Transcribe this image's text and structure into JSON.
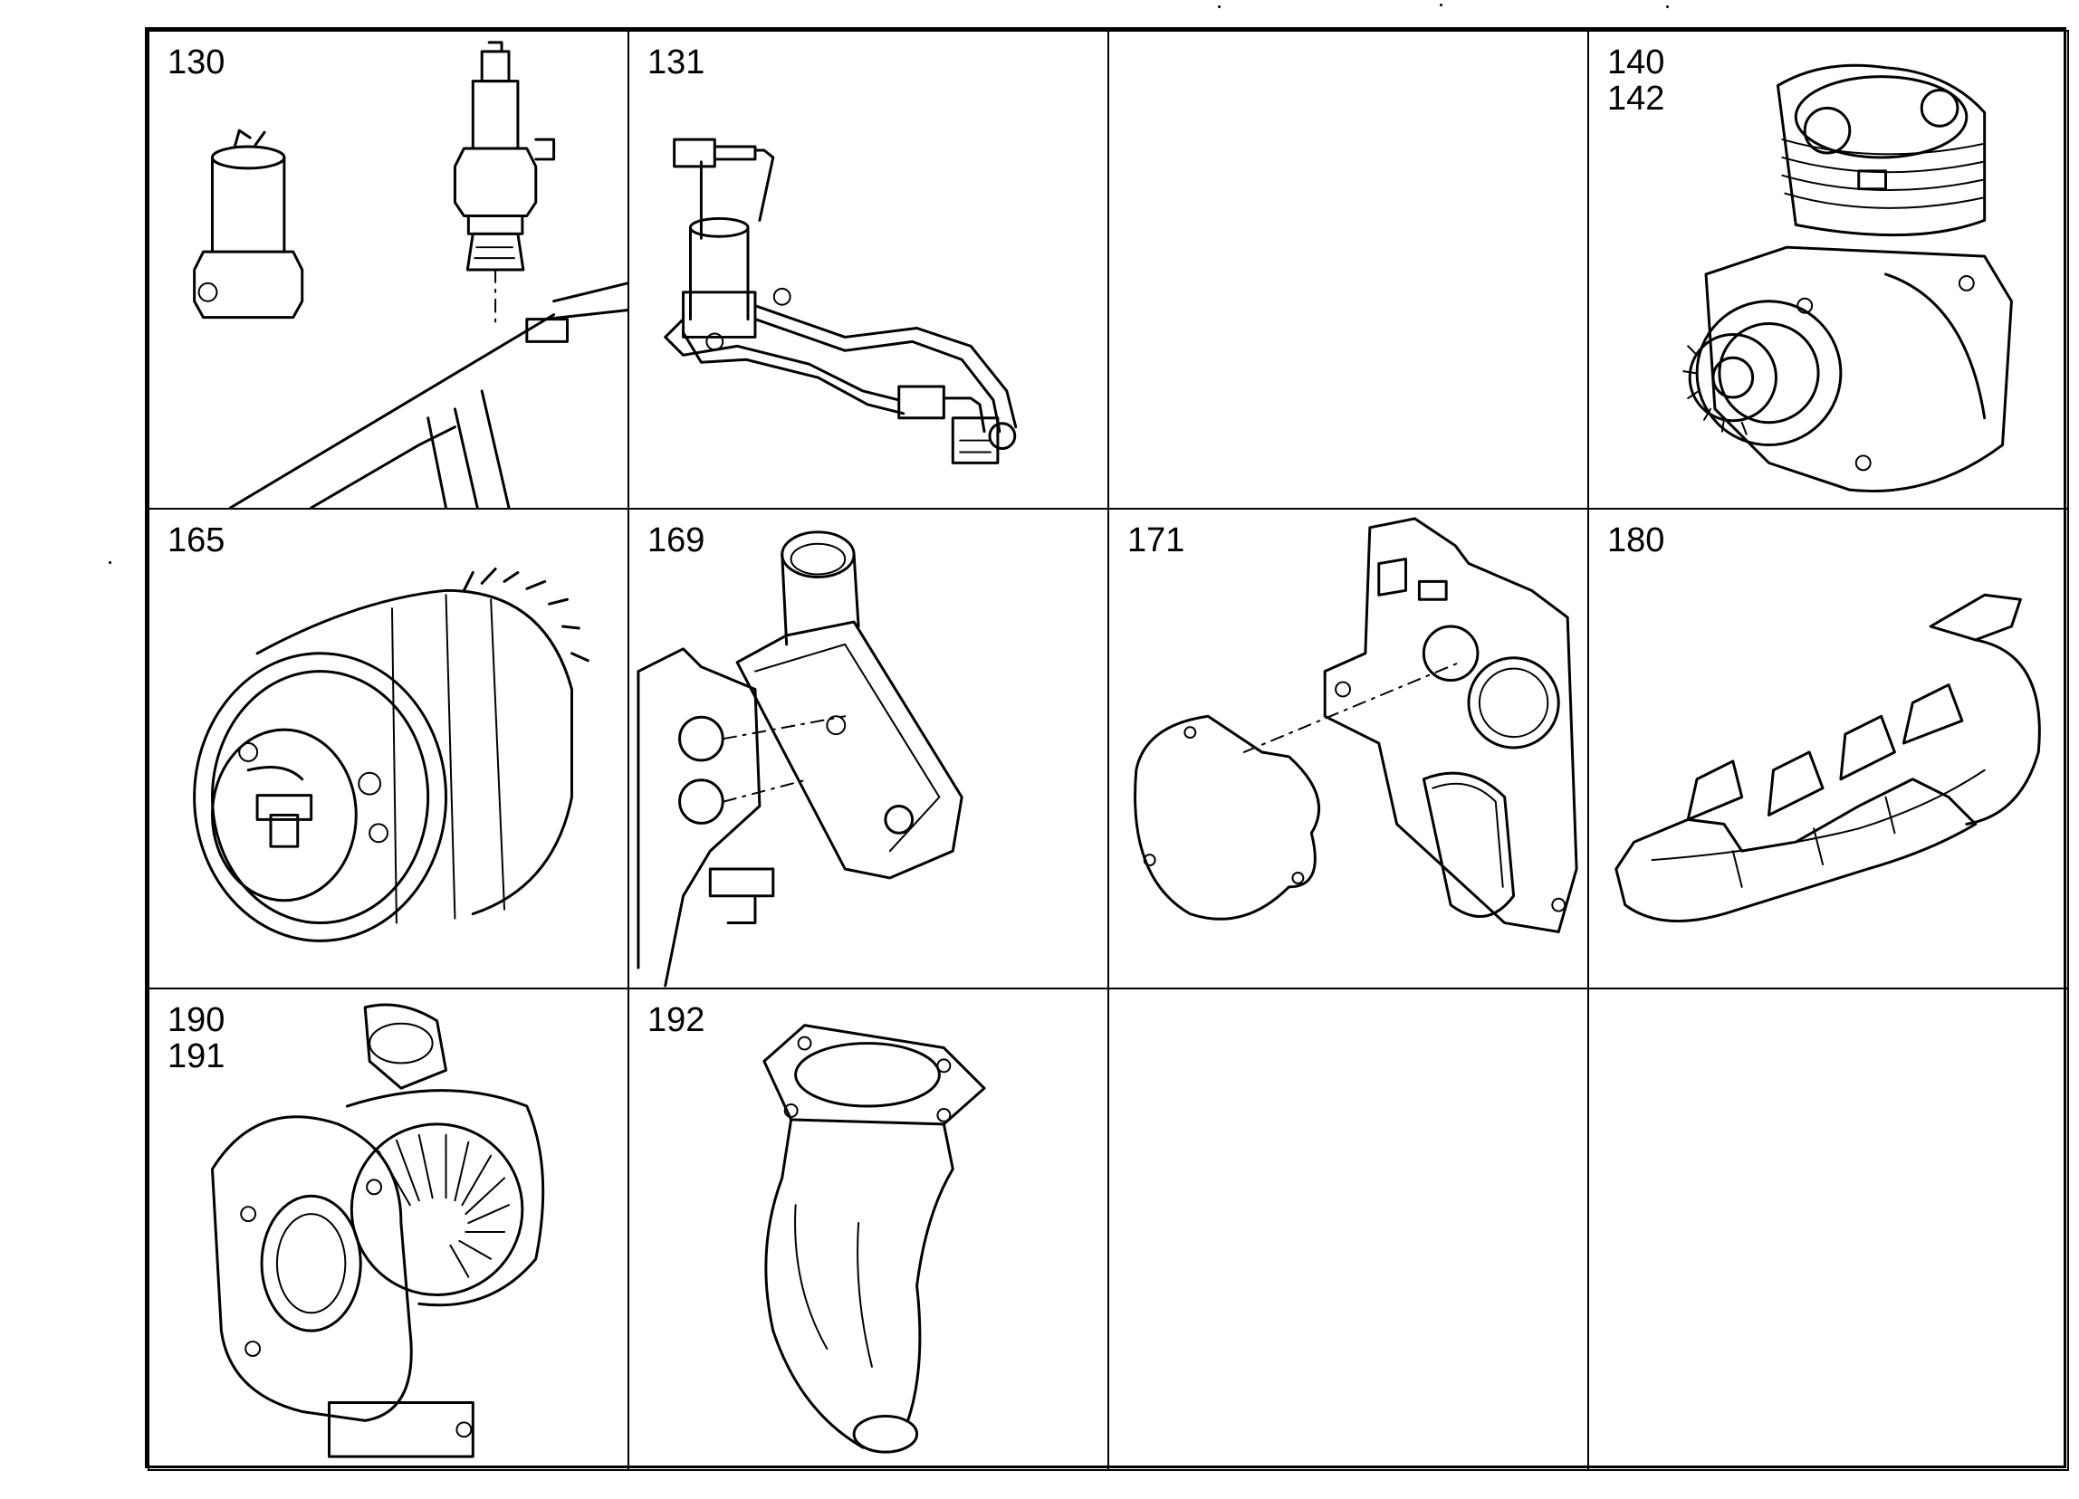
{
  "sheet": {
    "cells": [
      {
        "refs": [
          "130"
        ],
        "part_icon": "sensor-and-injector-icon"
      },
      {
        "refs": [
          "131"
        ],
        "part_icon": "injection-lines-icon"
      },
      {
        "refs": [],
        "part_icon": ""
      },
      {
        "refs": [
          "140",
          "142"
        ],
        "part_icon": "air-compressor-icon"
      },
      {
        "refs": [
          "165"
        ],
        "part_icon": "water-pump-pulley-icon"
      },
      {
        "refs": [
          "169"
        ],
        "part_icon": "thermostat-housing-icon"
      },
      {
        "refs": [
          "171"
        ],
        "part_icon": "timing-cover-icon"
      },
      {
        "refs": [
          "180"
        ],
        "part_icon": "exhaust-manifold-icon"
      },
      {
        "refs": [
          "190",
          "191"
        ],
        "part_icon": "turbocharger-icon"
      },
      {
        "refs": [
          "192"
        ],
        "part_icon": "exhaust-elbow-icon"
      },
      {
        "refs": [],
        "part_icon": ""
      },
      {
        "refs": [],
        "part_icon": ""
      }
    ]
  }
}
